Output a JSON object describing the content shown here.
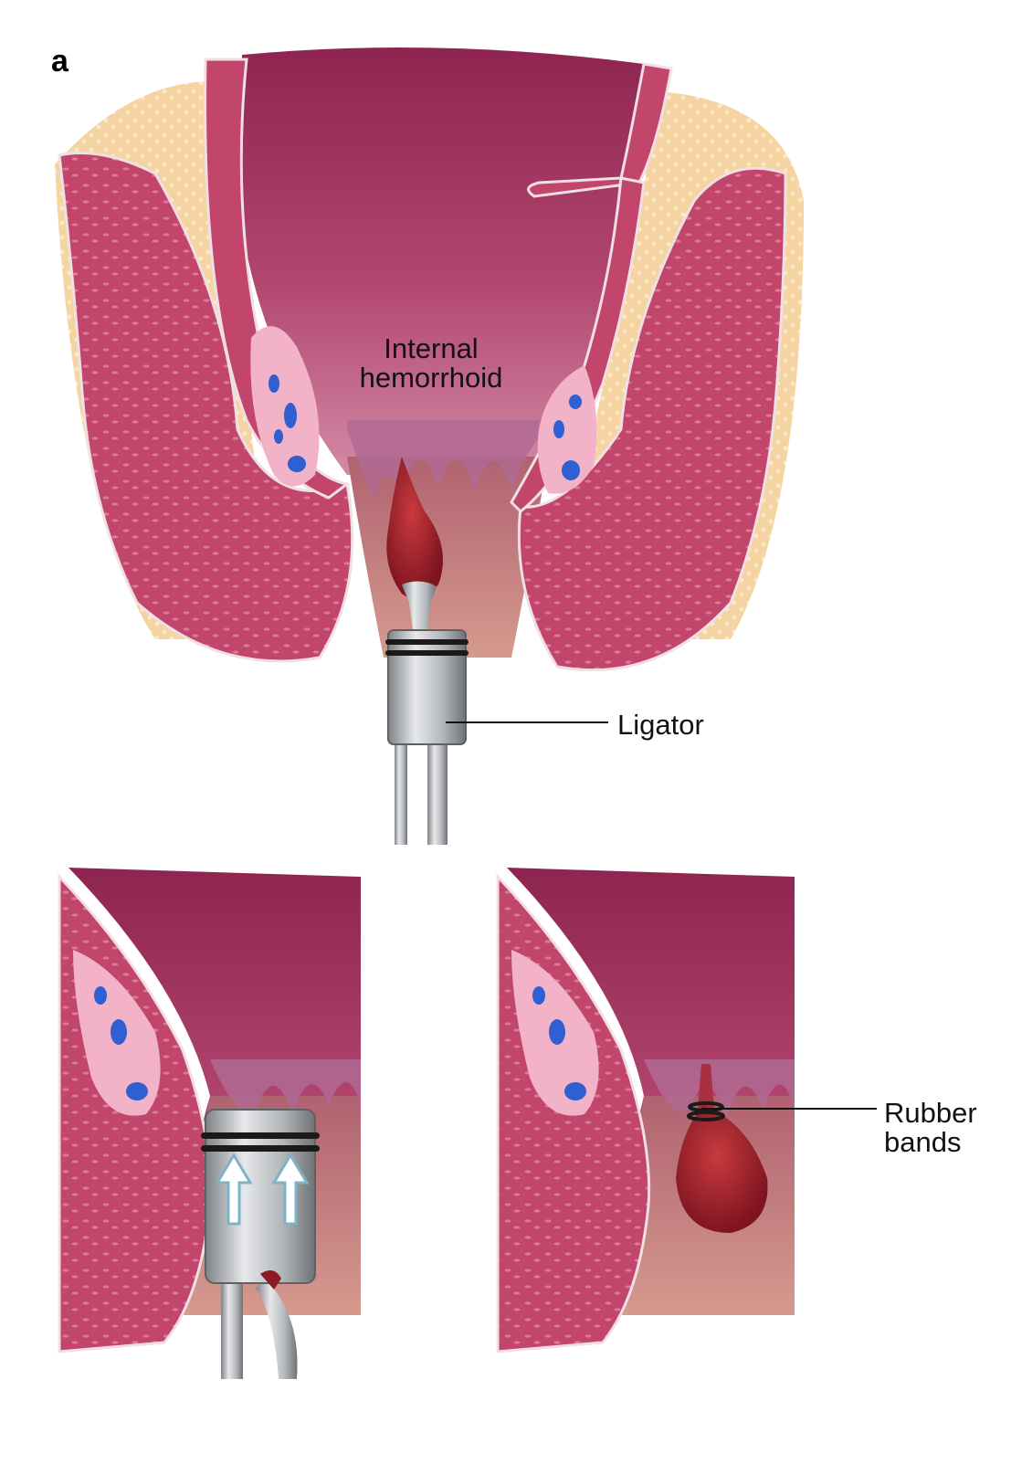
{
  "figure": {
    "panel_letter": "a",
    "labels": {
      "internal_hemorrhoid_line1": "Internal",
      "internal_hemorrhoid_line2": "hemorrhoid",
      "ligator": "Ligator",
      "rubber_bands_line1": "Rubber",
      "rubber_bands_line2": "bands"
    }
  },
  "colors": {
    "lumen": "#a8325e",
    "lumen_light": "#d98aa8",
    "muscle": "#c2456b",
    "muscle_dark": "#8e2447",
    "fat": "#f2c98e",
    "mucosa_pink": "#f2b3c9",
    "vessel_blue": "#2f5fd0",
    "hemorrhoid": "#a81f2c",
    "skin": "#c77a6e",
    "instrument": "#b9bcbf",
    "instrument_dark": "#6d7175",
    "band": "#1a1a1a",
    "arrow": "#7fb3c8"
  }
}
